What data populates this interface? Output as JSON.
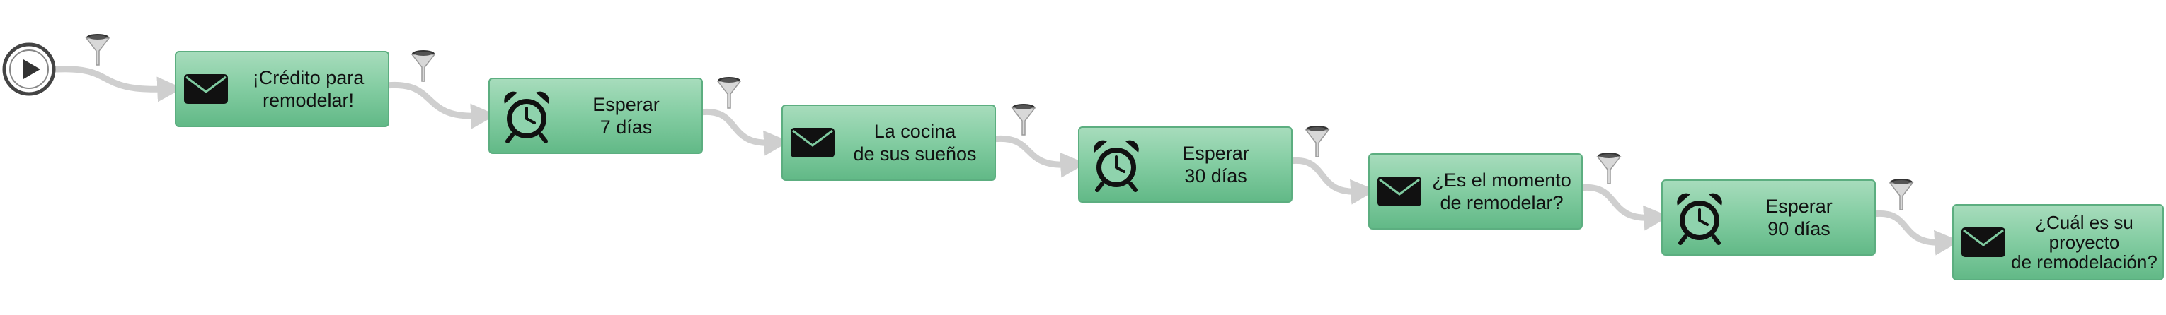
{
  "workflow": {
    "start": {
      "icon": "play-icon"
    },
    "steps": [
      {
        "type": "email",
        "icon": "envelope-icon",
        "lines": [
          "¡Crédito para",
          "remodelar!"
        ]
      },
      {
        "type": "wait",
        "icon": "alarm-clock-icon",
        "lines": [
          "Esperar",
          "7 días"
        ]
      },
      {
        "type": "email",
        "icon": "envelope-icon",
        "lines": [
          "La cocina",
          "de sus sueños"
        ]
      },
      {
        "type": "wait",
        "icon": "alarm-clock-icon",
        "lines": [
          "Esperar",
          "30 días"
        ]
      },
      {
        "type": "email",
        "icon": "envelope-icon",
        "lines": [
          "¿Es el momento",
          "de remodelar?"
        ]
      },
      {
        "type": "wait",
        "icon": "alarm-clock-icon",
        "lines": [
          "Esperar",
          "90 días"
        ]
      },
      {
        "type": "email",
        "icon": "envelope-icon",
        "lines": [
          "¿Cuál es su",
          "proyecto",
          "de remodelación?"
        ]
      }
    ],
    "connector_icon": "filter-funnel-icon"
  },
  "colors": {
    "node_top": "#a7dcbc",
    "node_bottom": "#62b987",
    "node_border": "#5cae80",
    "connector": "#cfcfcf",
    "icon": "#111111",
    "start_ring": "#444444"
  }
}
